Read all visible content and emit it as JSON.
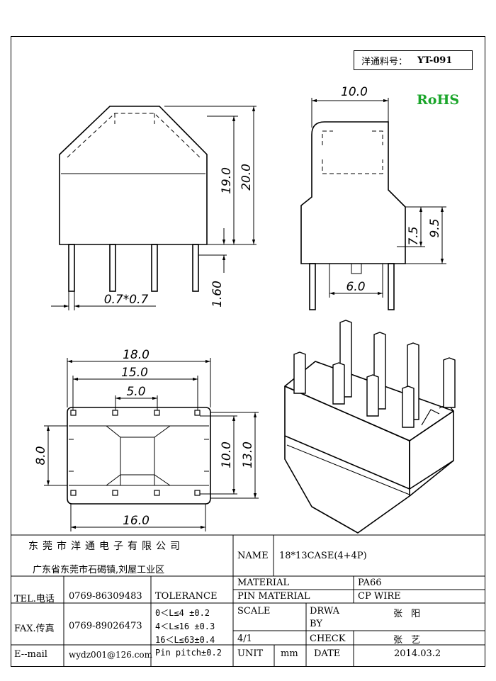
{
  "part_number": {
    "label": "洋通料号：",
    "value": "YT-091"
  },
  "rohs": "RoHS",
  "dimensions": {
    "side_width": "10.0",
    "front_height_body": "19.0",
    "front_height_total": "20.0",
    "pin_length": "1.60",
    "pin_size": "0.7*0.7",
    "side_dim_75": "7.5",
    "side_dim_95": "9.5",
    "side_pin_span": "6.0",
    "top_outer": "18.0",
    "top_pitch_span": "15.0",
    "top_pitch": "5.0",
    "top_inner_h": "8.0",
    "top_10": "10.0",
    "top_13": "13.0",
    "top_16": "16.0"
  },
  "title_block": {
    "company": "东莞市洋通电子有限公司",
    "address": "广东省东莞市石碣镇,刘屋工业区",
    "tel_label": "TEL.电话",
    "tel": "0769-86309483",
    "fax_label": "FAX.传真",
    "fax": "0769-89026473",
    "email_label": "E--mail",
    "email": "wydz001@126.com",
    "tolerance_label": "TOLERANCE",
    "tol1": "0＜L≤4  ±0.2",
    "tol2": "4＜L≤16 ±0.3",
    "tol3": "16＜L≤63±0.4",
    "tol4": "Pin pitch±0.2",
    "name_label": "NAME",
    "name": "18*13CASE(4+4P)",
    "material_label": "MATERIAL",
    "material": "PA66",
    "pin_material_label": "PIN MATERIAL",
    "pin_material": "CP WIRE",
    "scale_label": "SCALE",
    "scale": "4/1",
    "drawn_label_1": "DRWA",
    "drawn_label_2": "BY",
    "drawn_by": "张 阳",
    "check_label": "CHECK",
    "checked_by": "张 艺",
    "unit_label": "UNIT",
    "unit": "mm",
    "date_label": "DATE",
    "date": "2014.03.2"
  }
}
